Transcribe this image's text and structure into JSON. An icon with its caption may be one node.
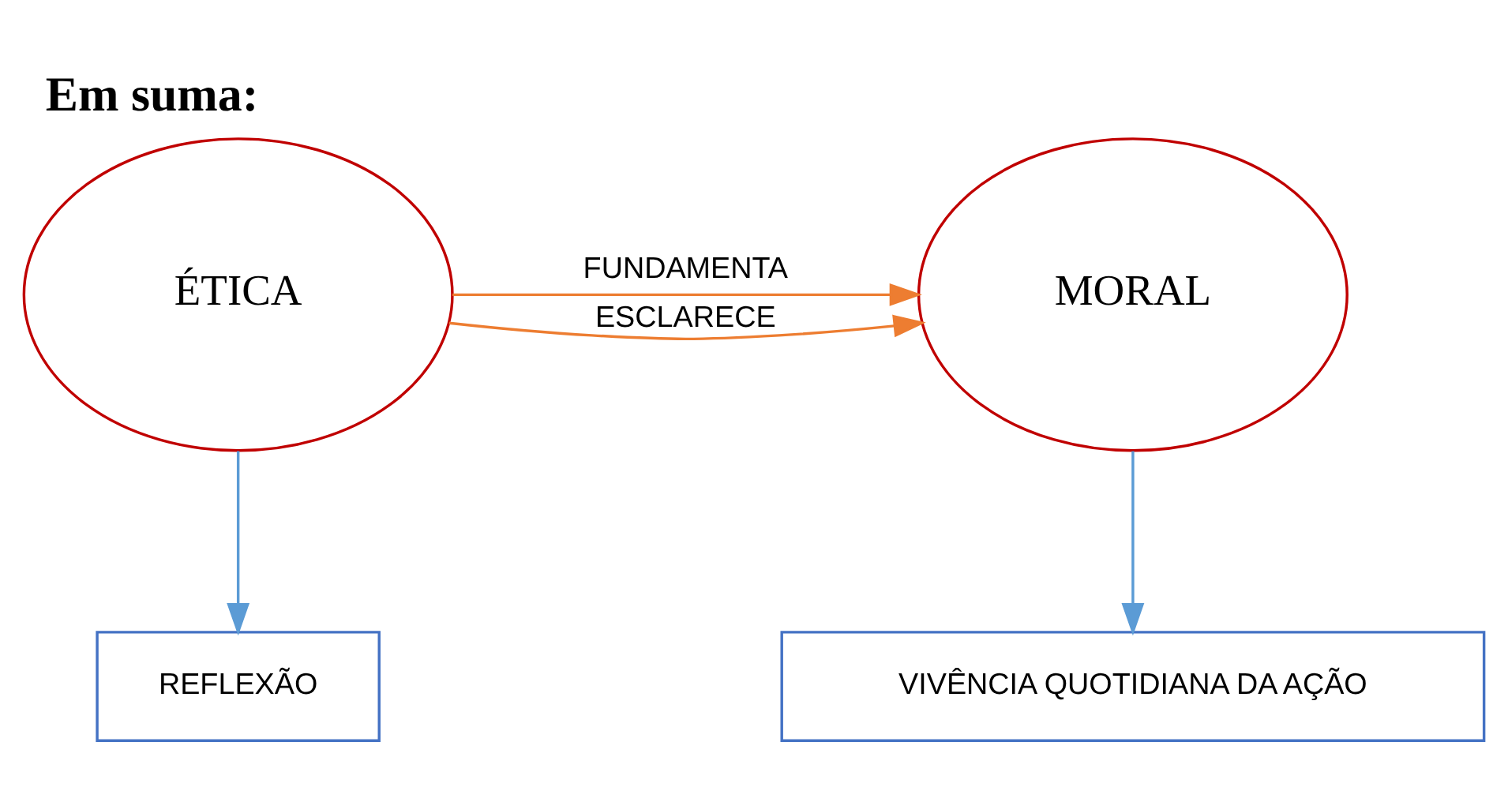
{
  "diagram": {
    "title": "Em suma:",
    "nodes": [
      {
        "text": [
          "ÉTICA"
        ]
      },
      {
        "text": [
          "MORAL"
        ]
      },
      {
        "text": [
          "REFLEXÃO"
        ]
      },
      {
        "text": [
          "VIVÊNCIA QUOTIDIANA DA AÇÃO"
        ]
      }
    ],
    "edges": [
      {
        "from": 0,
        "to": 1,
        "arrow": "to",
        "label": "ESCLARECE",
        "color": "#ed7d31"
      },
      {
        "from": 0,
        "to": 1,
        "arrow": "to",
        "label": "FUNDAMENTA",
        "color": "#ed7d31"
      },
      {
        "from": 0,
        "to": 2,
        "arrow": "to",
        "color": "#5b9bd5"
      },
      {
        "from": 1,
        "to": 3,
        "arrow": "to",
        "color": "#5b9bd5"
      }
    ]
  }
}
